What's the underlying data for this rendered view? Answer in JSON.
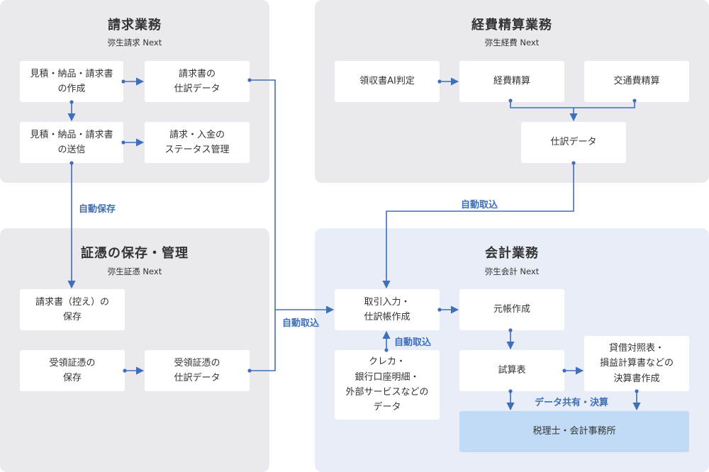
{
  "colors": {
    "gray_section": "#e9e9ee",
    "blue_section": "#e8edf7",
    "connector": "#3f6fba",
    "accent_box": "#c1dbf6"
  },
  "billing": {
    "title": "請求業務",
    "subtitle": "弥生請求 Next",
    "create": "見積・納品・請求書\nの作成",
    "journal": "請求書の\n仕訳データ",
    "send": "見積・納品・請求書\nの送信",
    "status": "請求・入金の\nステータス管理"
  },
  "expense": {
    "title": "経費精算業務",
    "subtitle": "弥生経費 Next",
    "receipt_ai": "領収書AI判定",
    "settlement": "経費精算",
    "transport": "交通費精算",
    "journal": "仕訳データ"
  },
  "voucher": {
    "title": "証憑の保存・管理",
    "subtitle": "弥生証憑 Next",
    "invoice_copy": "請求書（控え）の\n保存",
    "received": "受領証憑の\n保存",
    "received_journal": "受領証憑の\n仕訳データ"
  },
  "accounting": {
    "title": "会計業務",
    "subtitle": "弥生会計 Next",
    "entry": "取引入力・\n仕訳帳作成",
    "ledger": "元帳作成",
    "sources": "クレカ・\n銀行口座明細・\n外部サービスなどの\nデータ",
    "trial": "試算表",
    "statements": "貸借対照表・\n損益計算書などの\n決算書作成",
    "tax_office": "税理士・会計事務所"
  },
  "labels": {
    "auto_save": "自動保存",
    "auto_import_expense": "自動取込",
    "auto_import_left": "自動取込",
    "auto_import_sources": "自動取込",
    "share": "データ共有・決算"
  }
}
